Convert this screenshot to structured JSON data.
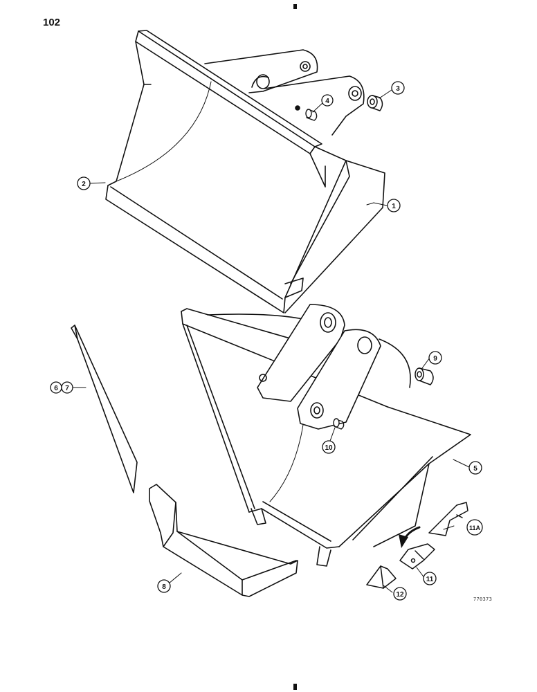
{
  "page": {
    "number": "102",
    "drawing_id": "770373"
  },
  "callouts": {
    "c1": "1",
    "c2": "2",
    "c3": "3",
    "c4": "4",
    "c5": "5",
    "c6": "6",
    "c7": "7",
    "c8": "8",
    "c9": "9",
    "c10": "10",
    "c11": "11",
    "c11a": "11A",
    "c12": "12"
  }
}
